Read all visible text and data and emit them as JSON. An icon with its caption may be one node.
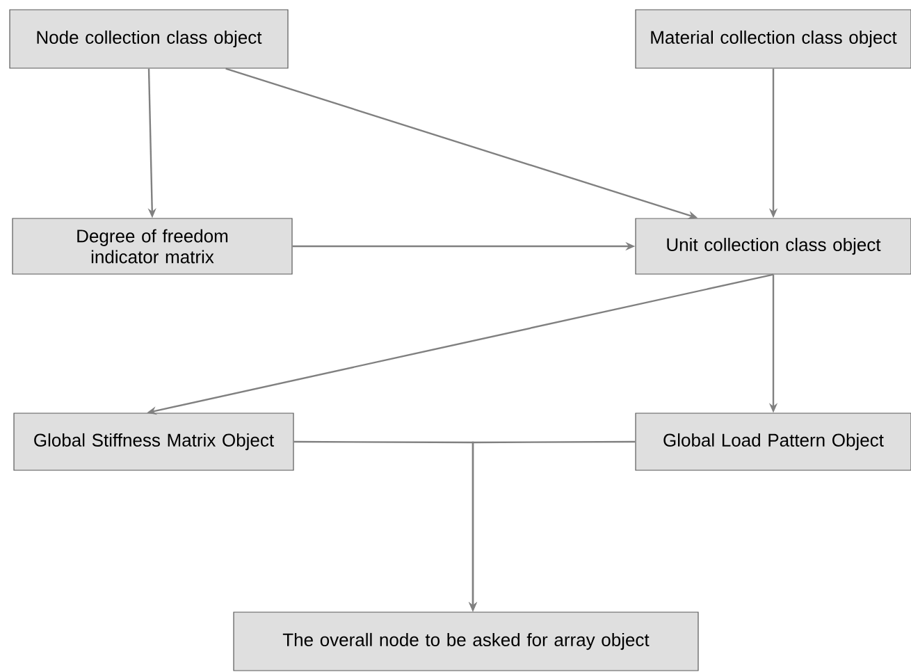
{
  "diagram": {
    "nodes": [
      {
        "text": [
          "Node collection class object"
        ]
      },
      {
        "text": [
          "Material collection class object"
        ]
      },
      {
        "text": [
          "Degree of freedom indicator matrix"
        ]
      },
      {
        "text": [
          "Unit collection class object"
        ]
      },
      {
        "text": [
          "Global Stiffness Matrix Object"
        ]
      },
      {
        "text": [
          "Global Load Pattern Object"
        ]
      },
      {
        "text": [
          "The overall node to be asked for array object"
        ]
      }
    ],
    "edges": [
      {
        "from": 0,
        "to": 2,
        "arrow": "to"
      },
      {
        "from": 0,
        "to": 3,
        "arrow": "to"
      },
      {
        "from": 1,
        "to": 3,
        "arrow": "to"
      },
      {
        "from": 2,
        "to": 3,
        "arrow": "to"
      },
      {
        "from": 3,
        "to": 4,
        "arrow": "to"
      },
      {
        "from": 3,
        "to": 5,
        "arrow": "to"
      },
      {
        "from": 4,
        "to": 6,
        "arrow": "to"
      },
      {
        "from": 5,
        "to": 6,
        "arrow": "to"
      }
    ]
  }
}
